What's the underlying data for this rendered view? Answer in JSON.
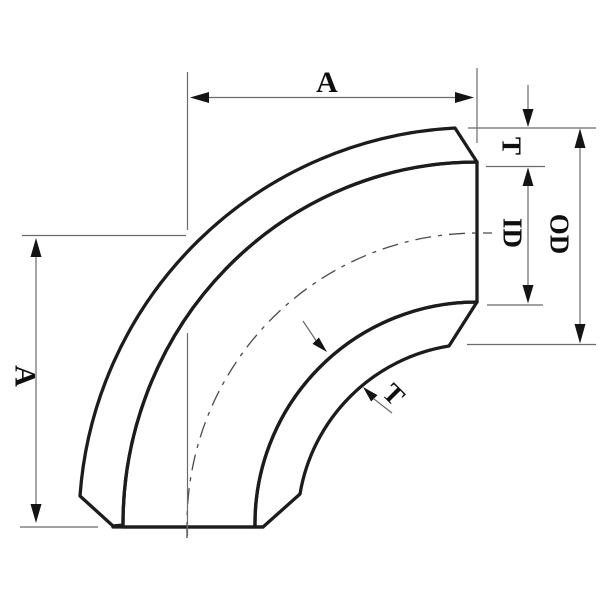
{
  "diagram": {
    "labels": {
      "a_top": "A",
      "a_left": "A",
      "t_top": "T",
      "t_leader": "T",
      "id": "ID",
      "od": "OD"
    },
    "colors": {
      "background": "#ffffff",
      "outline": "#1c1c1c",
      "thin_line": "#6a6a6a",
      "shade_dark": "#3e3e3e",
      "shade_mid": "#8f8f8f",
      "shade_light": "#f3f3f3"
    }
  }
}
